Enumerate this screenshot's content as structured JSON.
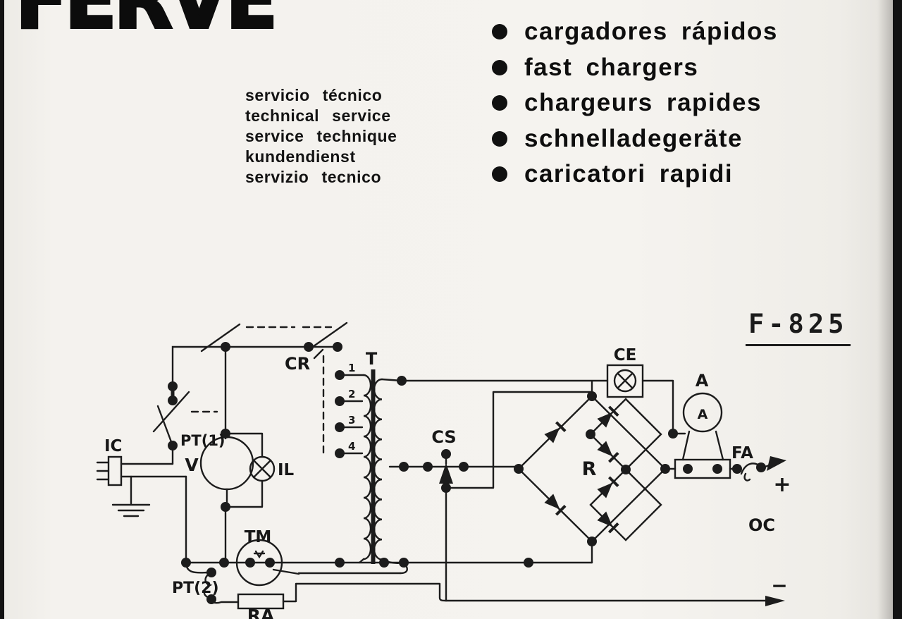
{
  "page": {
    "paper_color": "#f5f3ef",
    "ink_color": "#1c1c1c",
    "edge_bar_color": "#121212"
  },
  "logo": {
    "text": "FERVE"
  },
  "service_block": {
    "lines": [
      "servicio técnico",
      "technical service",
      "service technique",
      "kundendienst",
      "servizio tecnico"
    ]
  },
  "product_list": {
    "items": [
      "cargadores rápidos",
      "fast chargers",
      "chargeurs rapides",
      "schnelladegeräte",
      "caricatori rapidi"
    ]
  },
  "model": {
    "label": "F-825"
  },
  "schematic": {
    "labels": {
      "ic": "IC",
      "pt1": "PT(1)",
      "v": "V",
      "il": "IL",
      "cr": "CR",
      "t": "T",
      "cs": "CS",
      "ce": "CE",
      "a": "A",
      "a_dial": "A",
      "r": "R",
      "fa": "FA",
      "oc": "OC",
      "tm": "TM",
      "pt2": "PT(2)",
      "ra": "RA",
      "plus": "+",
      "minus": "−"
    },
    "taps": [
      "1",
      "2",
      "3",
      "4"
    ]
  }
}
